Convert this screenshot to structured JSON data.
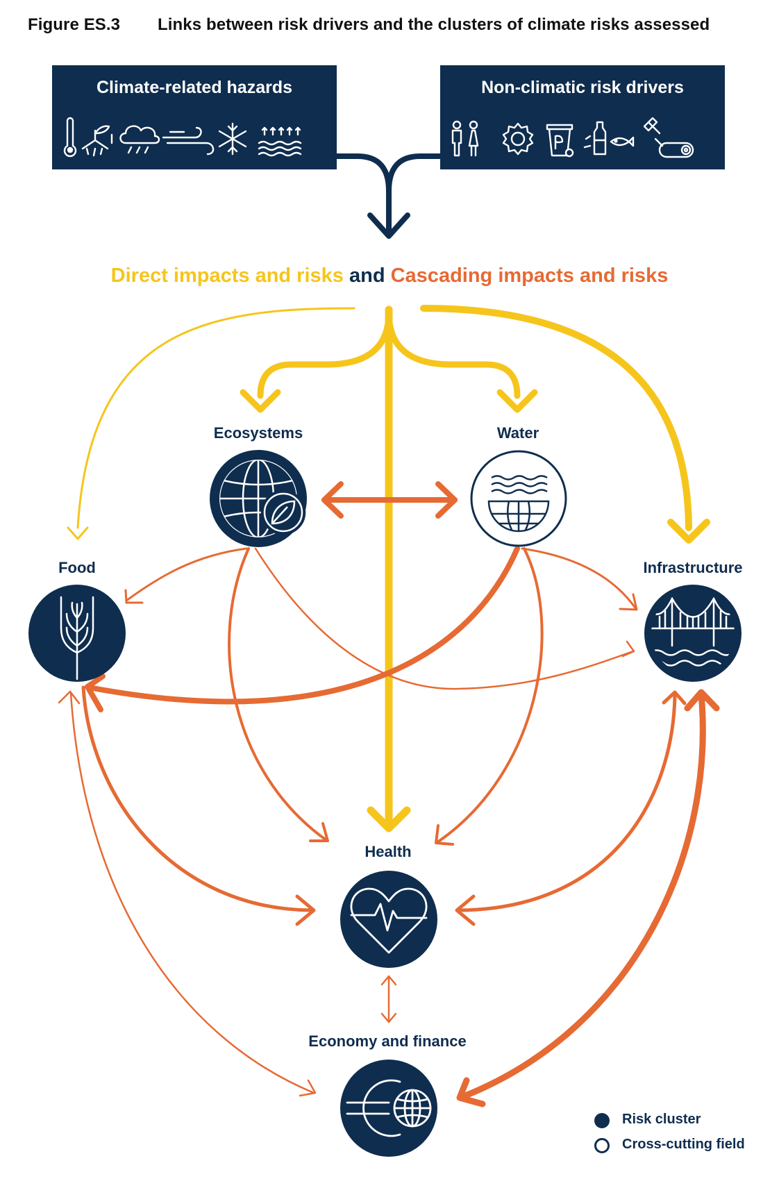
{
  "figure": {
    "number": "Figure ES.3",
    "title": "Links between risk drivers and the clusters of climate risks assessed"
  },
  "drivers": {
    "climate": {
      "title": "Climate-related hazards",
      "icons": [
        "thermometer-icon",
        "drought-icon",
        "rain-cloud-icon",
        "wind-icon",
        "snowflake-icon",
        "sea-level-rise-icon"
      ]
    },
    "non_climatic": {
      "title": "Non-climatic risk drivers",
      "icons": [
        "people-icon",
        "gear-icon",
        "waste-bin-icon",
        "pollution-icon",
        "deforestation-icon"
      ]
    }
  },
  "impacts_heading": {
    "direct": "Direct impacts and risks",
    "and": "and",
    "cascading": "Cascading impacts and risks"
  },
  "clusters": {
    "ecosystems": {
      "label": "Ecosystems",
      "kind": "risk cluster"
    },
    "water": {
      "label": "Water",
      "kind": "cross-cutting field"
    },
    "food": {
      "label": "Food",
      "kind": "risk cluster"
    },
    "infrastructure": {
      "label": "Infrastructure",
      "kind": "risk cluster"
    },
    "health": {
      "label": "Health",
      "kind": "risk cluster"
    },
    "economy": {
      "label": "Economy and finance",
      "kind": "risk cluster"
    }
  },
  "legend": {
    "risk_cluster": "Risk cluster",
    "cross_cutting": "Cross-cutting field"
  },
  "colors": {
    "navy": "#0f2d4e",
    "direct_yellow": "#f6c51c",
    "cascading_orange": "#e66a33"
  }
}
